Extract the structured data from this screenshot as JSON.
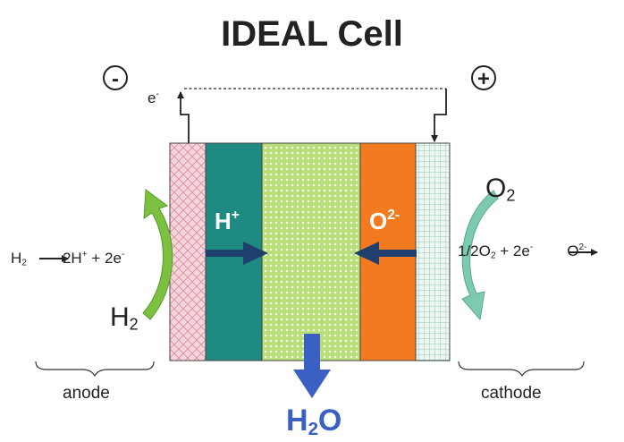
{
  "title": "IDEAL Cell",
  "terminals": {
    "negative": "-",
    "positive": "+"
  },
  "electron": {
    "base": "e",
    "sup": "-"
  },
  "anode_reaction": {
    "parts": [
      "H",
      "2",
      " ",
      "2H",
      "+",
      " + 2e",
      "-"
    ]
  },
  "cathode_reaction": {
    "parts": [
      "1/2O",
      "2",
      " + 2e",
      "-",
      " ",
      "O",
      "2-"
    ]
  },
  "h2_input": {
    "base": "H",
    "sub": "2"
  },
  "o2_input": {
    "base": "O",
    "sub": "2"
  },
  "h_ion": {
    "base": "H",
    "sup": "+"
  },
  "o_ion": {
    "base": "O",
    "sup": "2-"
  },
  "anode_label": "anode",
  "cathode_label": "cathode",
  "water": {
    "base": "H",
    "sub": "2",
    "tail": "O"
  },
  "colors": {
    "anode_layer": "#f6d6dc",
    "proton_layer": "#1f8a82",
    "central_layer": "#b8de7a",
    "oxide_layer": "#f47a20",
    "cathode_layer": "#e7f3ee",
    "ion_arrow": "#1f3f6e",
    "water_arrow": "#3a60c4",
    "h2_arrow": "#7cc040",
    "o2_arrow": "#7ccab0"
  }
}
